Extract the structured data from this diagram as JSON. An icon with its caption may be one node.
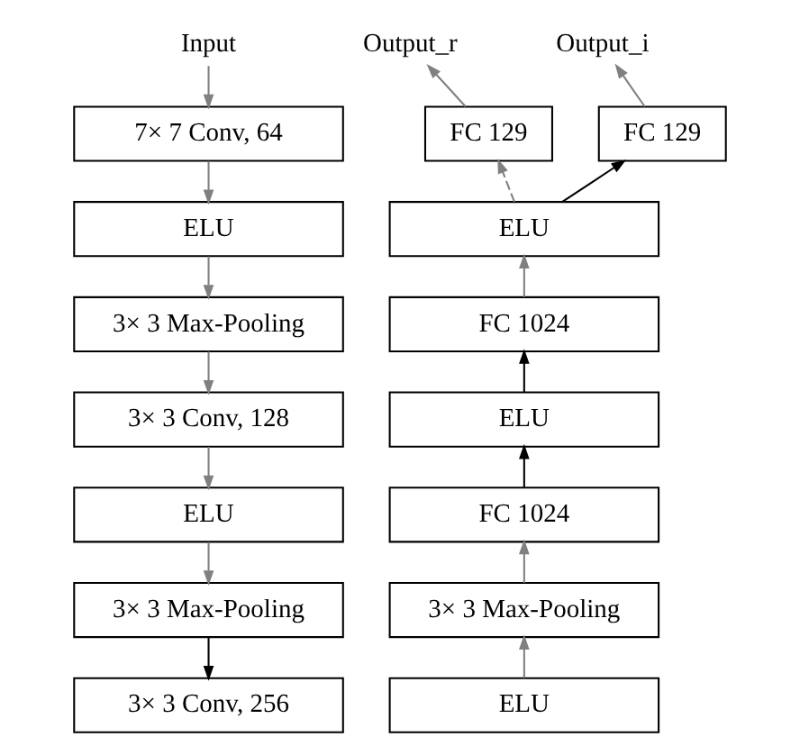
{
  "diagram": {
    "nodes": [
      {
        "text": [
          "Input"
        ]
      },
      {
        "text": [
          "7× 7 Conv, 64"
        ]
      },
      {
        "text": [
          "ELU"
        ]
      },
      {
        "text": [
          "3× 3 Max-Pooling"
        ]
      },
      {
        "text": [
          "3× 3 Conv, 128"
        ]
      },
      {
        "text": [
          "ELU"
        ]
      },
      {
        "text": [
          "3× 3 Max-Pooling"
        ]
      },
      {
        "text": [
          "3× 3 Conv, 256"
        ]
      },
      {
        "text": [
          "Output_r"
        ]
      },
      {
        "text": [
          "Output_i"
        ]
      },
      {
        "text": [
          "FC 129"
        ]
      },
      {
        "text": [
          "FC 129"
        ]
      },
      {
        "text": [
          "ELU"
        ]
      },
      {
        "text": [
          "FC 1024"
        ]
      },
      {
        "text": [
          "ELU"
        ]
      },
      {
        "text": [
          "FC 1024"
        ]
      },
      {
        "text": [
          "3× 3 Max-Pooling"
        ]
      },
      {
        "text": [
          "ELU"
        ]
      }
    ],
    "edges": [
      {
        "from": 0,
        "to": 1,
        "arrow": "to"
      },
      {
        "from": 1,
        "to": 2,
        "arrow": "to"
      },
      {
        "from": 2,
        "to": 3,
        "arrow": "to"
      },
      {
        "from": 3,
        "to": 4,
        "arrow": "to"
      },
      {
        "from": 4,
        "to": 5,
        "arrow": "to"
      },
      {
        "from": 5,
        "to": 6,
        "arrow": "to"
      },
      {
        "from": 6,
        "to": 7,
        "arrow": "to",
        "color": "#000000"
      },
      {
        "from": 17,
        "to": 16,
        "arrow": "to"
      },
      {
        "from": 16,
        "to": 15,
        "arrow": "to"
      },
      {
        "from": 15,
        "to": 14,
        "arrow": "to",
        "color": "#000000"
      },
      {
        "from": 14,
        "to": 13,
        "arrow": "to",
        "color": "#000000"
      },
      {
        "from": 13,
        "to": 12,
        "arrow": "to"
      },
      {
        "from": 12,
        "to": 10,
        "arrow": "to",
        "style": "dashed"
      },
      {
        "from": 12,
        "to": 11,
        "arrow": "to",
        "color": "#000000"
      },
      {
        "from": 10,
        "to": 8,
        "arrow": "to"
      },
      {
        "from": 11,
        "to": 9,
        "arrow": "to"
      }
    ]
  }
}
